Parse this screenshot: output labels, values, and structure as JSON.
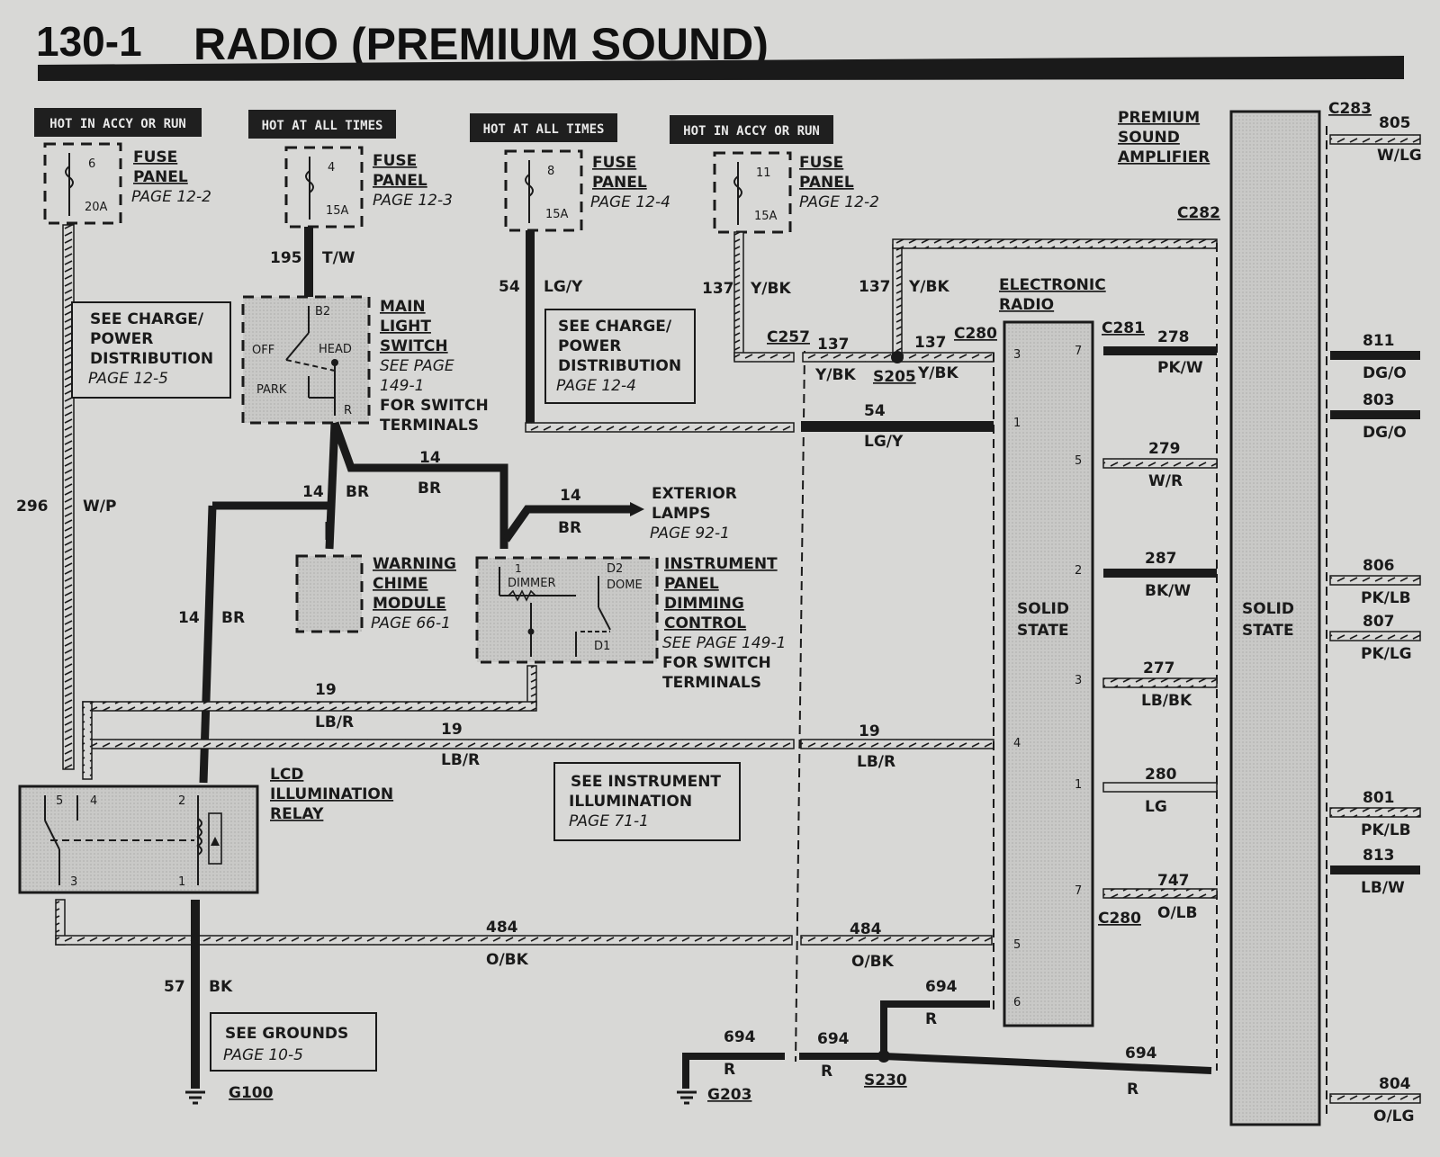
{
  "header": {
    "page_number": "130-1",
    "title": "RADIO (PREMIUM SOUND)"
  },
  "power_tags": [
    {
      "text": "HOT IN ACCY OR RUN"
    },
    {
      "text": "HOT AT ALL TIMES"
    },
    {
      "text": "HOT AT ALL TIMES"
    },
    {
      "text": "HOT IN ACCY OR RUN"
    }
  ],
  "fuses": [
    {
      "number": "6",
      "rating": "20A",
      "line1": "FUSE",
      "line2": "PANEL",
      "page": "PAGE 12-2"
    },
    {
      "number": "4",
      "rating": "15A",
      "line1": "FUSE",
      "line2": "PANEL",
      "page": "PAGE 12-3"
    },
    {
      "number": "8",
      "rating": "15A",
      "line1": "FUSE",
      "line2": "PANEL",
      "page": "PAGE 12-4"
    },
    {
      "number": "11",
      "rating": "15A",
      "line1": "FUSE",
      "line2": "PANEL",
      "page": "PAGE 12-2"
    }
  ],
  "refs": {
    "charge_left": {
      "l1": "SEE CHARGE/",
      "l2": "POWER",
      "l3": "DISTRIBUTION",
      "page": "PAGE 12-5"
    },
    "charge_mid": {
      "l1": "SEE CHARGE/",
      "l2": "POWER",
      "l3": "DISTRIBUTION",
      "page": "PAGE 12-4"
    },
    "instrument_illum": {
      "l1": "SEE INSTRUMENT",
      "l2": "ILLUMINATION",
      "page": "PAGE 71-1"
    },
    "grounds": {
      "l1": "SEE GROUNDS",
      "page": "PAGE 10-5"
    }
  },
  "components": {
    "main_light_switch": {
      "l1": "MAIN",
      "l2": "LIGHT",
      "l3": "SWITCH",
      "l4": "SEE PAGE",
      "l5": "149-1",
      "l6": "FOR SWITCH",
      "l7": "TERMINALS",
      "off": "OFF",
      "head": "HEAD",
      "park": "PARK",
      "b2": "B2",
      "r": "R"
    },
    "warning_chime": {
      "l1": "WARNING",
      "l2": "CHIME",
      "l3": "MODULE",
      "page": "PAGE 66-1"
    },
    "ipdc": {
      "l1": "INSTRUMENT",
      "l2": "PANEL",
      "l3": "DIMMING",
      "l4": "CONTROL",
      "l5": "SEE PAGE 149-1",
      "l6": "FOR SWITCH",
      "l7": "TERMINALS",
      "dimmer": "DIMMER",
      "dome": "DOME",
      "d1": "D1",
      "d2": "D2",
      "pin1": "1"
    },
    "exterior_lamps": {
      "l1": "EXTERIOR",
      "l2": "LAMPS",
      "page": "PAGE 92-1"
    },
    "lcd_relay": {
      "l1": "LCD",
      "l2": "ILLUMINATION",
      "l3": "RELAY",
      "p5": "5",
      "p4": "4",
      "p2": "2",
      "p3": "3",
      "p1": "1"
    },
    "radio": {
      "l1": "ELECTRONIC",
      "l2": "RADIO",
      "body1": "SOLID",
      "body2": "STATE"
    },
    "amplifier": {
      "l1": "PREMIUM",
      "l2": "SOUND",
      "l3": "AMPLIFIER",
      "body1": "SOLID",
      "body2": "STATE"
    }
  },
  "connectors": {
    "c257": "C257",
    "c280": "C280",
    "c280b": "C280",
    "c281": "C281",
    "c282": "C282",
    "c283": "C283"
  },
  "splices": {
    "s205": "S205",
    "s230": "S230"
  },
  "grounds": {
    "g100": "G100",
    "g203": "G203"
  },
  "wires": {
    "w296": {
      "num": "296",
      "color": "W/P"
    },
    "w195": {
      "num": "195",
      "color": "T/W"
    },
    "w54a": {
      "num": "54",
      "color": "LG/Y"
    },
    "w54b": {
      "num": "54",
      "color": "LG/Y"
    },
    "w137a": {
      "num": "137",
      "color": "Y/BK"
    },
    "w137b": {
      "num": "137",
      "color": "Y/BK"
    },
    "w137c": {
      "num": "137",
      "color": "Y/BK"
    },
    "w137d": {
      "num": "137",
      "color": "Y/BK"
    },
    "w14a": {
      "num": "14",
      "color": "BR"
    },
    "w14b": {
      "num": "14",
      "color": "BR"
    },
    "w14c": {
      "num": "14",
      "color": "BR"
    },
    "w14d": {
      "num": "14",
      "color": "BR"
    },
    "w19a": {
      "num": "19",
      "color": "LB/R"
    },
    "w19b": {
      "num": "19",
      "color": "LB/R"
    },
    "w19c": {
      "num": "19",
      "color": "LB/R"
    },
    "w484a": {
      "num": "484",
      "color": "O/BK"
    },
    "w484b": {
      "num": "484",
      "color": "O/BK"
    },
    "w57": {
      "num": "57",
      "color": "BK"
    },
    "w694a": {
      "num": "694",
      "color": "R"
    },
    "w694b": {
      "num": "694",
      "color": "R"
    },
    "w694c": {
      "num": "694",
      "color": "R"
    },
    "w694d": {
      "num": "694",
      "color": "R"
    }
  },
  "radio_pins": [
    "3",
    "7",
    "1",
    "5",
    "2",
    "3",
    "4",
    "1",
    "7",
    "5",
    "6"
  ],
  "speaker_wires": [
    {
      "num": "278",
      "color": "PK/W"
    },
    {
      "num": "279",
      "color": "W/R"
    },
    {
      "num": "287",
      "color": "BK/W"
    },
    {
      "num": "277",
      "color": "LB/BK"
    },
    {
      "num": "280",
      "color": "LG"
    },
    {
      "num": "747",
      "color": "O/LB"
    }
  ],
  "amp_outputs": [
    {
      "num": "805",
      "color": "W/LG"
    },
    {
      "num": "811",
      "color": "DG/O"
    },
    {
      "num": "803",
      "color": "DG/O"
    },
    {
      "num": "806",
      "color": "PK/LB"
    },
    {
      "num": "807",
      "color": "PK/LG"
    },
    {
      "num": "801",
      "color": "PK/LB"
    },
    {
      "num": "813",
      "color": "LB/W"
    },
    {
      "num": "804",
      "color": "O/LG"
    }
  ],
  "palette": {
    "paper": "#d8d8d6",
    "ink": "#1a1a1a",
    "box": "#bdbdbd",
    "tag": "#1f1f1f"
  }
}
